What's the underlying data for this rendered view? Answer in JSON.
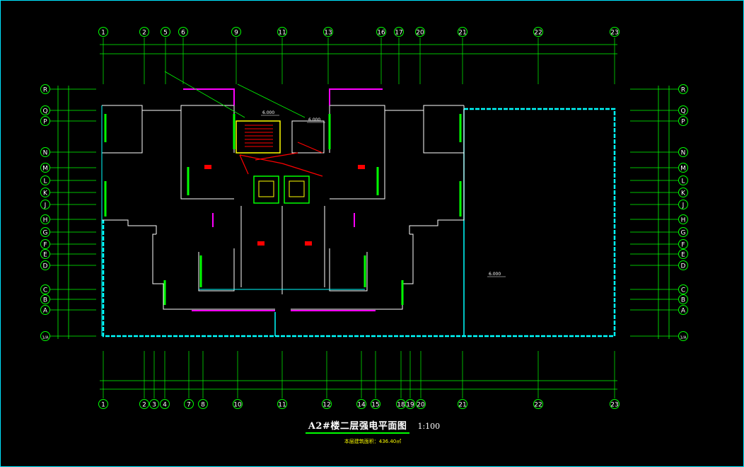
{
  "drawing": {
    "title": "A2#楼二层强电平面图",
    "scale": "1:100",
    "area_label": "本层建筑面积：",
    "area_value": "436.40㎡"
  },
  "top_axes": [
    "1",
    "2",
    "5",
    "6",
    "9",
    "11",
    "13",
    "16",
    "17",
    "20",
    "21",
    "22",
    "23"
  ],
  "bottom_axes": [
    "1",
    "2",
    "3",
    "4",
    "7",
    "8",
    "10",
    "11",
    "12",
    "14",
    "15",
    "18",
    "19",
    "20",
    "21",
    "22",
    "23"
  ],
  "row_axes": [
    "R",
    "Q",
    "P",
    "N",
    "M",
    "L",
    "K",
    "J",
    "H",
    "G",
    "F",
    "E",
    "D",
    "C",
    "B",
    "A",
    "1/A"
  ],
  "elevations": [
    "6.000",
    "6.000",
    "6.000"
  ],
  "colors": {
    "axis": "#00ff00",
    "wall_primary": "#00ffff",
    "wall_accent": "#ff00ff",
    "electrical": "#ff0000",
    "stair": "#ffff00"
  }
}
